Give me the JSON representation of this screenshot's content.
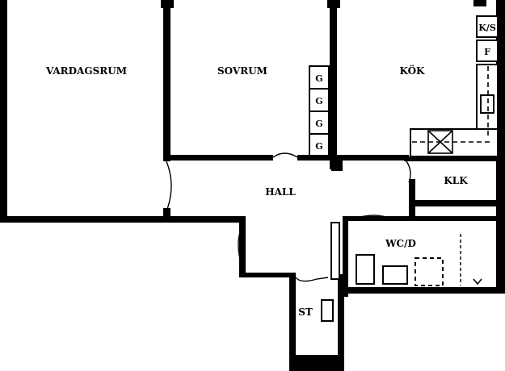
{
  "rooms": {
    "vardagsrum": "VARDAGSRUM",
    "sovrum": "SOVRUM",
    "kok": "KÖK",
    "hall": "HALL",
    "klk": "KLK",
    "wcd": "WC/D",
    "st": "ST"
  },
  "fixtures": {
    "wardrobe": "G",
    "ks": "K/S",
    "freezer": "F"
  },
  "colors": {
    "wall": "#000000",
    "background": "#ffffff"
  }
}
